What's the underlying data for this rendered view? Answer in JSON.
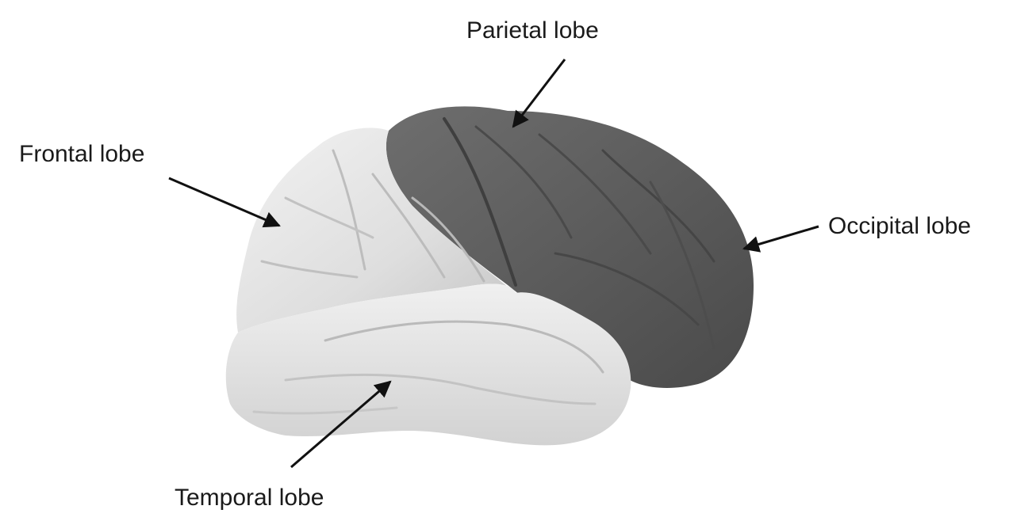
{
  "labels": {
    "parietal": "Parietal lobe",
    "frontal": "Frontal lobe",
    "occipital": "Occipital lobe",
    "temporal": "Temporal lobe"
  },
  "colors": {
    "light_lobes": "#e3e3e3",
    "dark_lobes": "#5e5e5e",
    "arrow": "#111111",
    "text": "#1a1a1a"
  }
}
